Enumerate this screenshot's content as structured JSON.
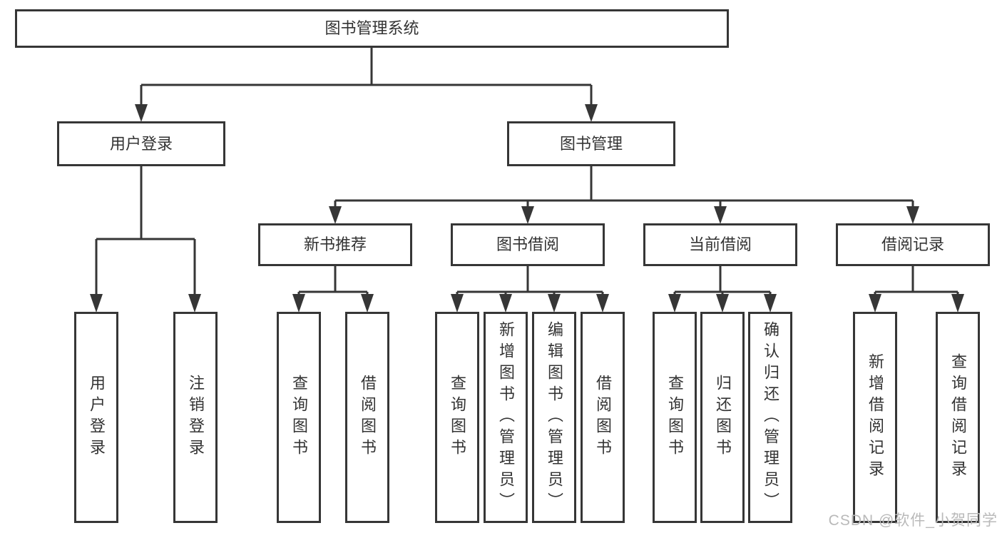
{
  "diagram": {
    "root": {
      "label": "图书管理系统"
    },
    "branches": [
      {
        "label": "用户登录",
        "children": [
          {
            "label": "用户登录"
          },
          {
            "label": "注销登录"
          }
        ]
      },
      {
        "label": "图书管理",
        "children": [
          {
            "label": "新书推荐",
            "children": [
              {
                "label": "查询图书"
              },
              {
                "label": "借阅图书"
              }
            ]
          },
          {
            "label": "图书借阅",
            "children": [
              {
                "label": "查询图书"
              },
              {
                "label": "新增图书（管理员）"
              },
              {
                "label": "编辑图书（管理员）"
              },
              {
                "label": "借阅图书"
              }
            ]
          },
          {
            "label": "当前借阅",
            "children": [
              {
                "label": "查询图书"
              },
              {
                "label": "归还图书"
              },
              {
                "label": "确认归还（管理员）"
              }
            ]
          },
          {
            "label": "借阅记录",
            "children": [
              {
                "label": "新增借阅记录"
              },
              {
                "label": "查询借阅记录"
              }
            ]
          }
        ]
      }
    ]
  },
  "watermark": {
    "text": "CSDN @软件_小贺同学"
  },
  "colors": {
    "line": "#363636",
    "box_border": "#363636",
    "text": "#333333",
    "watermark": "#b9b9b9",
    "background": "#ffffff"
  }
}
